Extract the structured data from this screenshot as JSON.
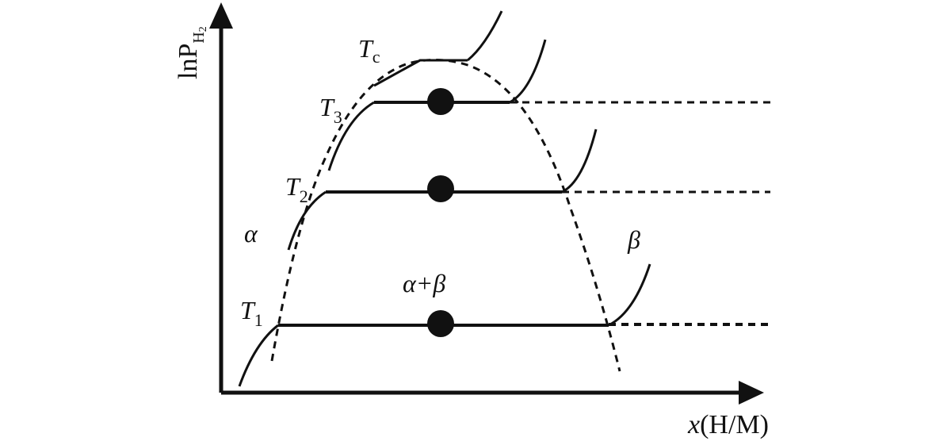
{
  "diagram": {
    "axes": {
      "y_label": {
        "main": "lnP",
        "sub": "H",
        "sub2": "2"
      },
      "x_label": {
        "var": "x",
        "units": "(H/M)"
      }
    },
    "labels": {
      "tc": {
        "main": "T",
        "sub": "c"
      },
      "t3": {
        "main": "T",
        "sub": "3"
      },
      "t2": {
        "main": "T",
        "sub": "2"
      },
      "t1": {
        "main": "T",
        "sub": "1"
      },
      "alpha": "α",
      "beta": "β",
      "alpha_beta": "α+β"
    },
    "style": {
      "stroke_color": "#111111"
    }
  }
}
